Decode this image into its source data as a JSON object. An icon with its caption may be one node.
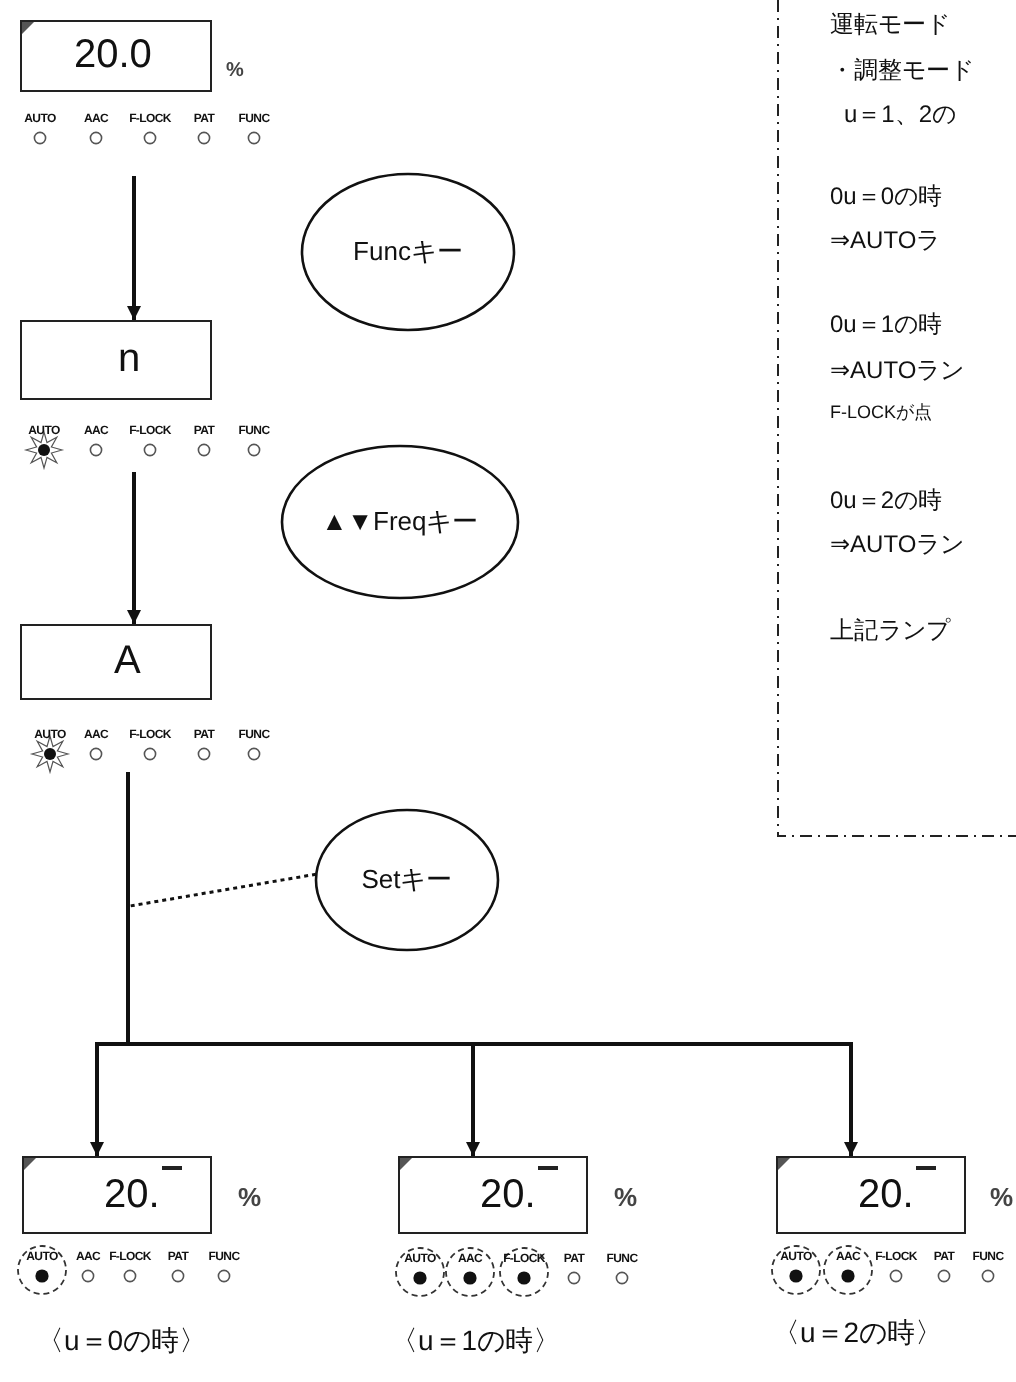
{
  "diagram": {
    "nodes": [
      {
        "text": [
          "20.0"
        ],
        "beside": [
          "%"
        ]
      },
      {
        "text": [
          "n"
        ]
      },
      {
        "text": [
          "A"
        ]
      },
      {
        "text": [
          "Funcキー"
        ]
      },
      {
        "text": [
          "▲▼Freqキー"
        ]
      },
      {
        "text": [
          "Setキー"
        ]
      },
      {
        "text": [
          "運転モード",
          "・調整モード",
          "u＝1、2の",
          "0u＝0の時",
          "⇒AUTOラ",
          "0u＝1の時",
          "⇒AUTOラン",
          "F-LOCKが点",
          "0u＝2の時",
          "⇒AUTOラン",
          "上記ランプ"
        ]
      },
      {
        "text": [
          "20."
        ],
        "beside": [
          "%",
          "〈u＝0の時〉"
        ]
      },
      {
        "text": [
          "20."
        ],
        "beside": [
          "%",
          "〈u＝1の時〉"
        ]
      },
      {
        "text": [
          "20."
        ],
        "beside": [
          "%",
          "〈u＝2の時〉"
        ]
      }
    ],
    "edges": [
      {
        "from": 0,
        "to": 1,
        "arrow": "to"
      },
      {
        "from": 1,
        "to": 2,
        "arrow": "to"
      },
      {
        "from": 2,
        "to": 7,
        "arrow": "to"
      },
      {
        "from": 2,
        "to": 8,
        "arrow": "to"
      },
      {
        "from": 2,
        "to": 9,
        "arrow": "to"
      },
      {
        "from": 5,
        "to": null,
        "arrow": "none",
        "style": "dashed"
      }
    ],
    "labels": [
      "AUTO",
      "AAC",
      "F-LOCK",
      "PAT",
      "FUNC",
      "AUTO",
      "AAC",
      "F-LOCK",
      "PAT",
      "FUNC",
      "AUTO",
      "AAC",
      "F-LOCK",
      "PAT",
      "FUNC",
      "AUTO",
      "AAC",
      "F-LOCK",
      "PAT",
      "FUNC",
      "AUTO",
      "AAC",
      "F-LOCK",
      "PAT",
      "FUNC",
      "AUTO",
      "AAC",
      "F-LOCK",
      "PAT",
      "FUNC"
    ]
  }
}
